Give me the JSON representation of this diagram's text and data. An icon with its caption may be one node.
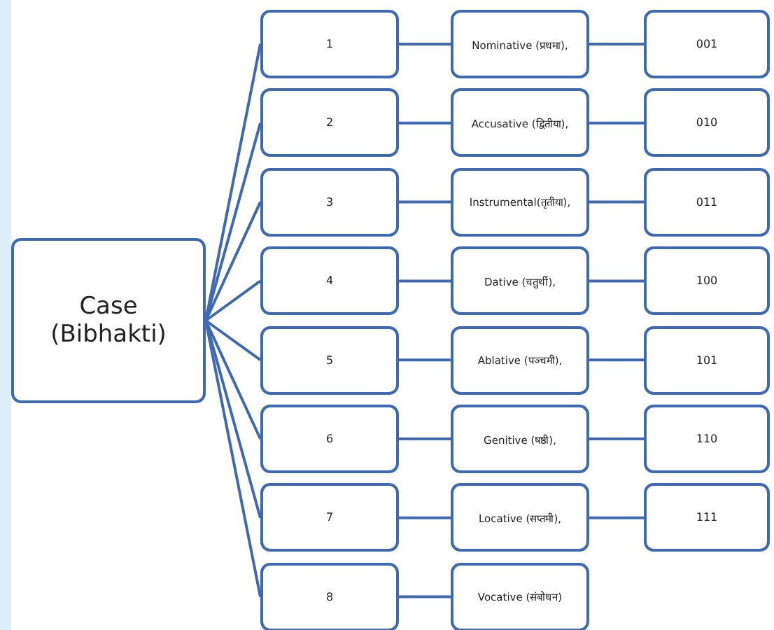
{
  "diagram": {
    "nodes": [
      {
        "text": [
          "Case (Bibhakti)"
        ]
      },
      {
        "text": [
          "1"
        ]
      },
      {
        "text": [
          "2"
        ]
      },
      {
        "text": [
          "3"
        ]
      },
      {
        "text": [
          "4"
        ]
      },
      {
        "text": [
          "5"
        ]
      },
      {
        "text": [
          "6"
        ]
      },
      {
        "text": [
          "7"
        ]
      },
      {
        "text": [
          "8"
        ]
      },
      {
        "text": [
          "Nominative (प्रथमा),"
        ]
      },
      {
        "text": [
          "Accusative (द्वितीया),"
        ]
      },
      {
        "text": [
          "Instrumental(तृतीया),"
        ]
      },
      {
        "text": [
          "Dative (चतुर्थी),"
        ]
      },
      {
        "text": [
          "Ablative (पञ्चमी),"
        ]
      },
      {
        "text": [
          "Genitive (षष्ठी),"
        ]
      },
      {
        "text": [
          "Locative (सप्तमी),"
        ]
      },
      {
        "text": [
          "Vocative (संबोधन)"
        ]
      },
      {
        "text": [
          "001"
        ]
      },
      {
        "text": [
          "010"
        ]
      },
      {
        "text": [
          "011"
        ]
      },
      {
        "text": [
          "100"
        ]
      },
      {
        "text": [
          "101"
        ]
      },
      {
        "text": [
          "110"
        ]
      },
      {
        "text": [
          "111"
        ]
      }
    ],
    "edges": [
      {
        "from": 0,
        "to": 1,
        "arrow": "none"
      },
      {
        "from": 0,
        "to": 2,
        "arrow": "none"
      },
      {
        "from": 0,
        "to": 3,
        "arrow": "none"
      },
      {
        "from": 0,
        "to": 4,
        "arrow": "none"
      },
      {
        "from": 0,
        "to": 5,
        "arrow": "none"
      },
      {
        "from": 0,
        "to": 6,
        "arrow": "none"
      },
      {
        "from": 0,
        "to": 7,
        "arrow": "none"
      },
      {
        "from": 0,
        "to": 8,
        "arrow": "none"
      },
      {
        "from": 1,
        "to": 9,
        "arrow": "none"
      },
      {
        "from": 2,
        "to": 10,
        "arrow": "none"
      },
      {
        "from": 3,
        "to": 11,
        "arrow": "none"
      },
      {
        "from": 4,
        "to": 12,
        "arrow": "none"
      },
      {
        "from": 5,
        "to": 13,
        "arrow": "none"
      },
      {
        "from": 6,
        "to": 14,
        "arrow": "none"
      },
      {
        "from": 7,
        "to": 15,
        "arrow": "none"
      },
      {
        "from": 8,
        "to": 16,
        "arrow": "none"
      },
      {
        "from": 9,
        "to": 17,
        "arrow": "none"
      },
      {
        "from": 10,
        "to": 18,
        "arrow": "none"
      },
      {
        "from": 11,
        "to": 19,
        "arrow": "none"
      },
      {
        "from": 12,
        "to": 20,
        "arrow": "none"
      },
      {
        "from": 13,
        "to": 21,
        "arrow": "none"
      },
      {
        "from": 14,
        "to": 22,
        "arrow": "none"
      },
      {
        "from": 15,
        "to": 23,
        "arrow": "none"
      }
    ]
  }
}
